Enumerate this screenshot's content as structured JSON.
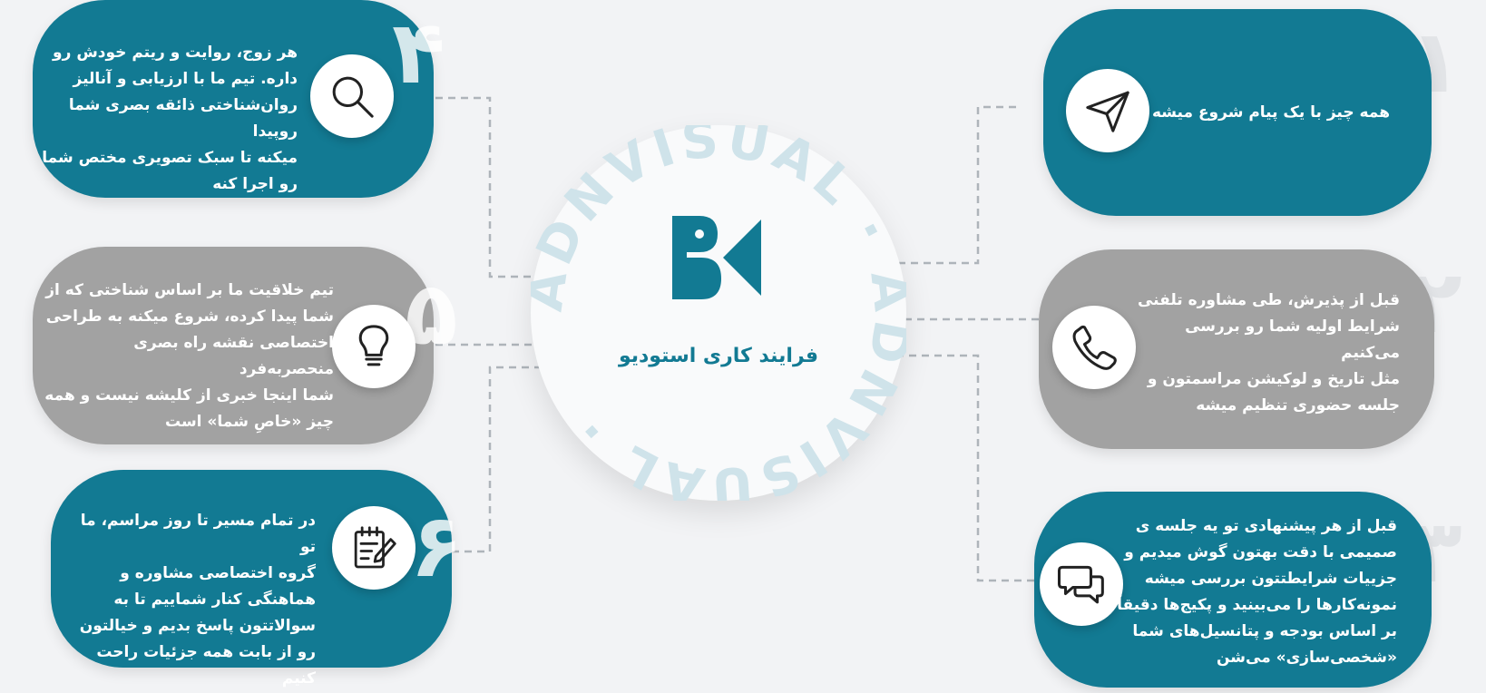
{
  "hub": {
    "title": "فرایند کاری استودیو",
    "ring_text": "ADNVISUAL · ADNVISUAL · ",
    "logo_color": "#127a93",
    "ring_color": "#cfe3ea"
  },
  "colors": {
    "teal": "#127a93",
    "gray": "#a2a2a2",
    "number": "#e2e4e7",
    "background": "#f2f3f5"
  },
  "steps": [
    {
      "number": "۱",
      "icon": "send-icon",
      "color": "teal",
      "text": "همه چیز با یک پیام شروع میشه"
    },
    {
      "number": "۲",
      "icon": "phone-icon",
      "color": "gray",
      "text": "قبل از پذیرش، طی مشاوره تلفنی\nشرایط اولیه شما رو بررسی می‌کنیم\nمثل تاریخ و لوکیشن مراسمتون و\nجلسه حضوری تنظیم میشه"
    },
    {
      "number": "۳",
      "icon": "chat-bubbles-icon",
      "color": "teal",
      "text": "قبل از هر پیشنهادی تو یه جلسه ی\nصمیمی با دقت بهتون گوش میدیم و\nجزییات شرایطتتون بررسی میشه\nنمونه‌کارها را می‌بینید و پکیج‌ها دقیقاً\nبر اساس بودجه و پتانسیل‌های شما\n«شخصی‌سازی» می‌شن"
    },
    {
      "number": "۴",
      "icon": "search-icon",
      "color": "teal",
      "text": "هر زوج، روایت و ریتم خودش رو\nداره. تیم ما با ارزیابی و آنالیز\nروان‌شناختی ذائقه بصری شما روپیدا\nمیکنه تا سبک تصویری مختص شما\nرو اجرا کنه"
    },
    {
      "number": "۵",
      "icon": "lightbulb-icon",
      "color": "gray",
      "text": "تیم خلاقیت ما بر اساس شناختی که از\nشما پیدا کرده، شروع میکنه به طراحی\nاختصاصی نقشه راه بصری منحصربه‌فرد\nشما اینجا خبری از کلیشه نیست و همه\nچیز «خاصِ شما» است"
    },
    {
      "number": "۶",
      "icon": "notepad-pen-icon",
      "color": "teal",
      "text": "در تمام مسیر تا روز مراسم، ما تو\nگروه اختصاصی مشاوره و\nهماهنگی کنار شماییم تا به\nسوالاتتون پاسخ بدیم و خیالتون\nرو از بابت همه جزئیات راحت کنیم"
    }
  ]
}
